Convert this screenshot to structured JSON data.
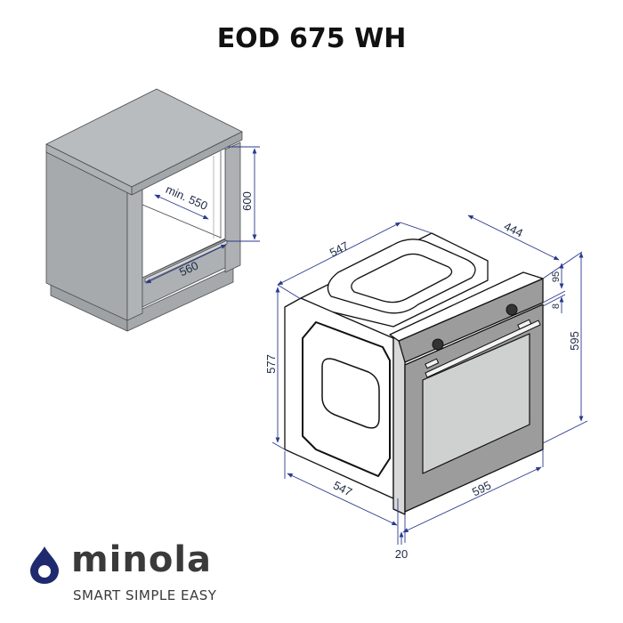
{
  "title": "EOD 675 WH",
  "colors": {
    "dimension_line": "#2b3a8c",
    "cabinet_fill": "#a9acae",
    "cabinet_top": "#b8bbbd",
    "oven_front": "#9c9c9c",
    "oven_glass": "#cfd0d0",
    "brand_drop": "#1f2a6e",
    "brand_text": "#3a3a3a"
  },
  "cabinet": {
    "dimensions": {
      "depth_min": "min. 550",
      "height": "600",
      "width": "560"
    }
  },
  "oven": {
    "dimensions": {
      "top_depth": "547",
      "top_width": "444",
      "panel_height": "95",
      "gap": "8",
      "front_height": "595",
      "side_height": "577",
      "bottom_depth": "547",
      "bottom_width": "595",
      "front_offset": "20"
    }
  },
  "brand": {
    "name": "minola",
    "tagline": "SMART SIMPLE EASY",
    "logo_icon": "water-drop-icon"
  }
}
